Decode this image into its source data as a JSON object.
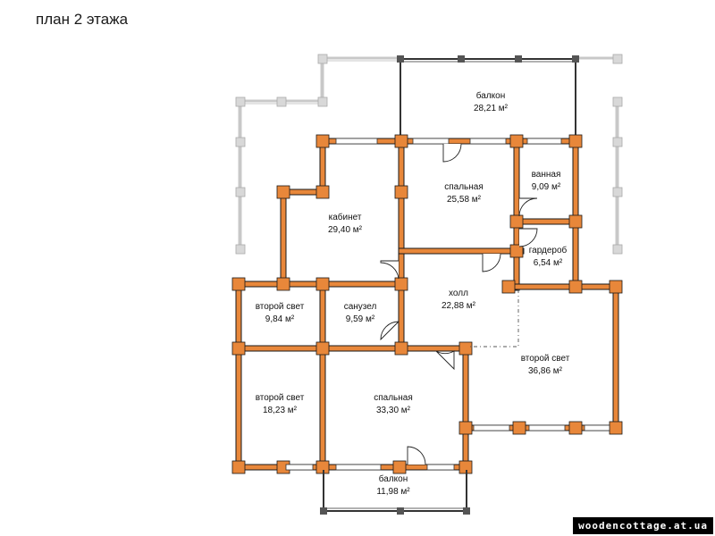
{
  "title": "план 2 этажа",
  "watermark": "woodencottage.at.ua",
  "colors": {
    "wall": "#e8873a",
    "wall_outline": "#1a1a1a",
    "terrace": "#cfcfcf",
    "balcony_rail": "#333333"
  },
  "rooms": [
    {
      "id": "balcony-top",
      "name": "балкон",
      "area": "28,21 м²"
    },
    {
      "id": "bedroom-top",
      "name": "спальная",
      "area": "25,58 м²"
    },
    {
      "id": "bathroom",
      "name": "ванная",
      "area": "9,09 м²"
    },
    {
      "id": "wardrobe",
      "name": "гардероб",
      "area": "6,54 м²"
    },
    {
      "id": "study",
      "name": "кабинет",
      "area": "29,40 м²"
    },
    {
      "id": "hall",
      "name": "холл",
      "area": "22,88 м²"
    },
    {
      "id": "second-light-left",
      "name": "второй свет",
      "area": "9,84 м²"
    },
    {
      "id": "wc",
      "name": "санузел",
      "area": "9,59 м²"
    },
    {
      "id": "second-light-right",
      "name": "второй свет",
      "area": "36,86 м²"
    },
    {
      "id": "second-light-bottom-left",
      "name": "второй свет",
      "area": "18,23 м²"
    },
    {
      "id": "bedroom-bottom",
      "name": "спальная",
      "area": "33,30 м²"
    },
    {
      "id": "balcony-bottom",
      "name": "балкон",
      "area": "11,98 м²"
    }
  ]
}
